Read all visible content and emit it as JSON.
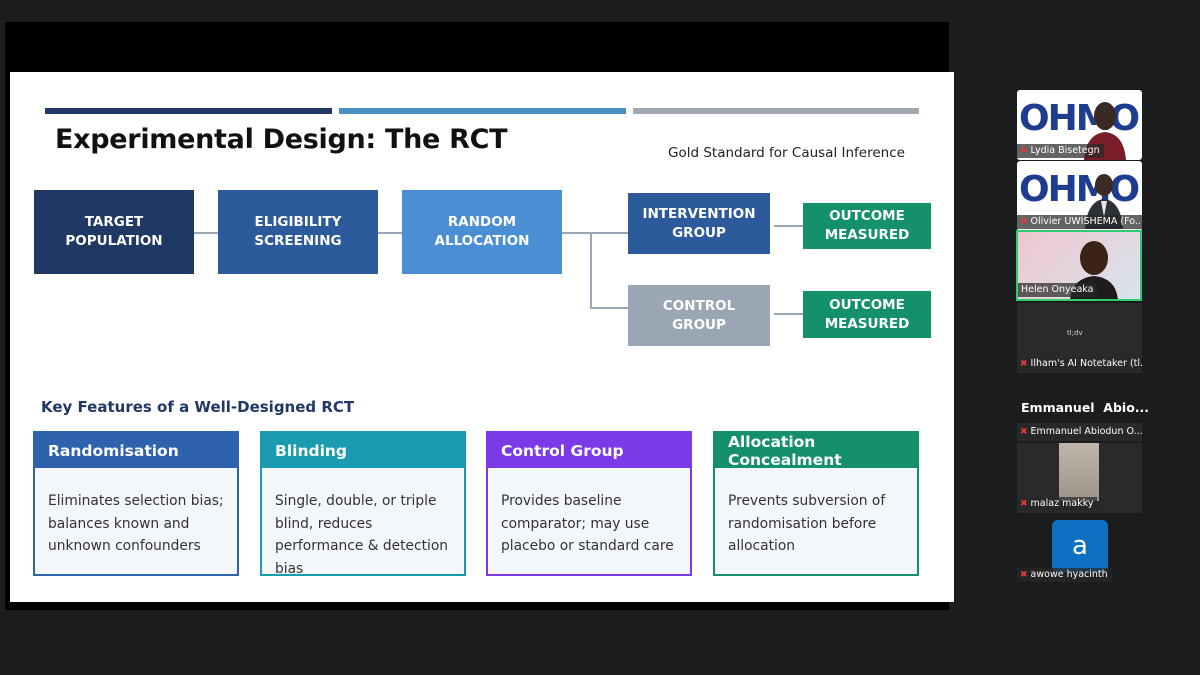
{
  "slide": {
    "title": "Experimental Design: The RCT",
    "subtitle": "Gold Standard for Causal Inference",
    "colors": {
      "bar1": "#1f3864",
      "bar2": "#4a8fc1",
      "bar3": "#a0a7b0"
    },
    "flow": {
      "target": "TARGET\nPOPULATION",
      "eligibility": "ELIGIBILITY\nSCREENING",
      "random": "RANDOM\nALLOCATION",
      "intervention": "INTERVENTION\nGROUP",
      "control": "CONTROL\nGROUP",
      "outcome_top": "OUTCOME\nMEASURED",
      "outcome_bottom": "OUTCOME\nMEASURED"
    },
    "key_features_heading": "Key Features of a Well-Designed RCT",
    "features": [
      {
        "title": "Randomisation",
        "text": "Eliminates selection bias; balances known and unknown confounders",
        "color": "#2e62ad"
      },
      {
        "title": "Blinding",
        "text": "Single, double, or triple blind, reduces performance & detection bias",
        "color": "#1a9bb0"
      },
      {
        "title": "Control Group",
        "text": "Provides baseline comparator; may use placebo or standard care",
        "color": "#7c3ae6"
      },
      {
        "title": "Allocation Concealment",
        "text": "Prevents subversion of randomisation before allocation",
        "color": "#14916b"
      }
    ]
  },
  "participants": [
    {
      "name": "Lydia Bisetegn"
    },
    {
      "name": "Olivier UWISHEMA (Fo..."
    },
    {
      "name": "Helen Onyeaka"
    },
    {
      "name": "Ilham's AI Notetaker (tl..."
    },
    {
      "name": "Emmanuel Abiodun O..."
    },
    {
      "name": "malaz makky"
    },
    {
      "name": "awowe hyacinth"
    }
  ],
  "logo_text": "OHMO",
  "notetaker_screen_text": "tl;dv",
  "emmanuel_header": "Emmanuel  Abio...",
  "awowe_avatar": "a"
}
